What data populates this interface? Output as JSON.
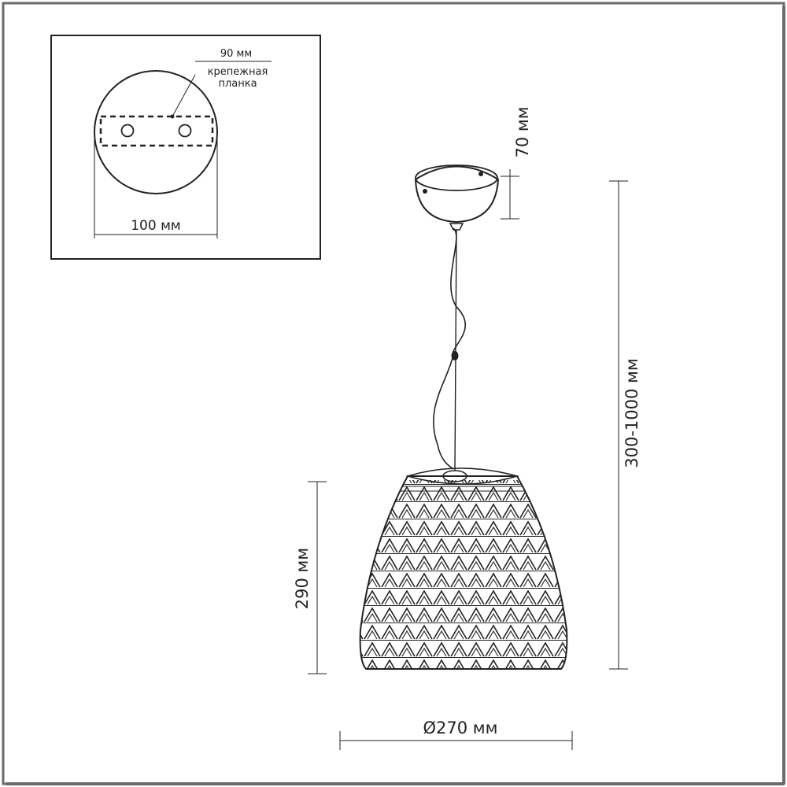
{
  "inset": {
    "width_label": "90 мм",
    "plate_label_line1": "крепежная",
    "plate_label_line2": "планка",
    "diameter_label": "100 мм"
  },
  "lamp": {
    "canopy_height_label": "70 мм",
    "total_height_label": "300-1000 мм",
    "shade_height_label": "290 мм",
    "shade_diameter_label": "Ø270 мм"
  },
  "colors": {
    "line": "#222222",
    "frame_shadow": "#6a6a6a"
  }
}
